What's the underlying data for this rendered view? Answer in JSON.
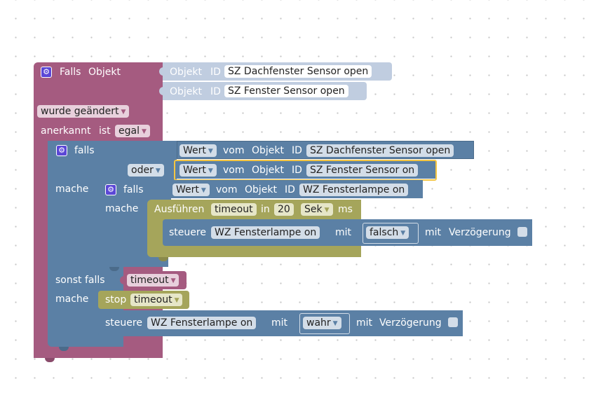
{
  "trigger": {
    "title_falls": "Falls",
    "title_objekt": "Objekt",
    "changed_label": "wurde geändert",
    "ack_prefix": "anerkannt",
    "ack_ist": "ist",
    "ack_value": "egal",
    "objects": [
      {
        "prefix": "Objekt",
        "id_label": "ID",
        "value": "SZ Dachfenster Sensor open"
      },
      {
        "prefix": "Objekt",
        "id_label": "ID",
        "value": "SZ Fenster Sensor open"
      }
    ]
  },
  "if1": {
    "falls": "falls",
    "mache": "mache",
    "oder": "oder",
    "cond1": {
      "wert": "Wert",
      "vom": "vom",
      "objekt": "Objekt",
      "id": "ID",
      "value": "SZ Dachfenster Sensor open"
    },
    "cond2": {
      "wert": "Wert",
      "vom": "vom",
      "objekt": "Objekt",
      "id": "ID",
      "value": "SZ Fenster Sensor on"
    },
    "sonst_falls": "sonst falls",
    "sonst_var": "timeout",
    "mache2": "mache"
  },
  "if2": {
    "falls": "falls",
    "mache": "mache",
    "cond": {
      "wert": "Wert",
      "vom": "vom",
      "objekt": "Objekt",
      "id": "ID",
      "value": "WZ Fensterlampe on"
    }
  },
  "timeout_block": {
    "ausfuehren": "Ausführen",
    "var": "timeout",
    "in": "in",
    "value": "20",
    "unit": "Sek",
    "ms": "ms"
  },
  "steuere1": {
    "steuere": "steuere",
    "target": "WZ Fensterlampe on",
    "mit": "mit",
    "value": "falsch",
    "mit2": "mit",
    "delay": "Verzögerung"
  },
  "stop_block": {
    "stop": "stop",
    "var": "timeout"
  },
  "steuere2": {
    "steuere": "steuere",
    "target": "WZ Fensterlampe on",
    "mit": "mit",
    "value": "wahr",
    "mit2": "mit",
    "delay": "Verzögerung"
  },
  "colors": {
    "trigger": "#a55b80",
    "logic": "#5b80a5",
    "timeout": "#a5a55b",
    "object": "#c0cde0",
    "selected": "#f4c542"
  }
}
